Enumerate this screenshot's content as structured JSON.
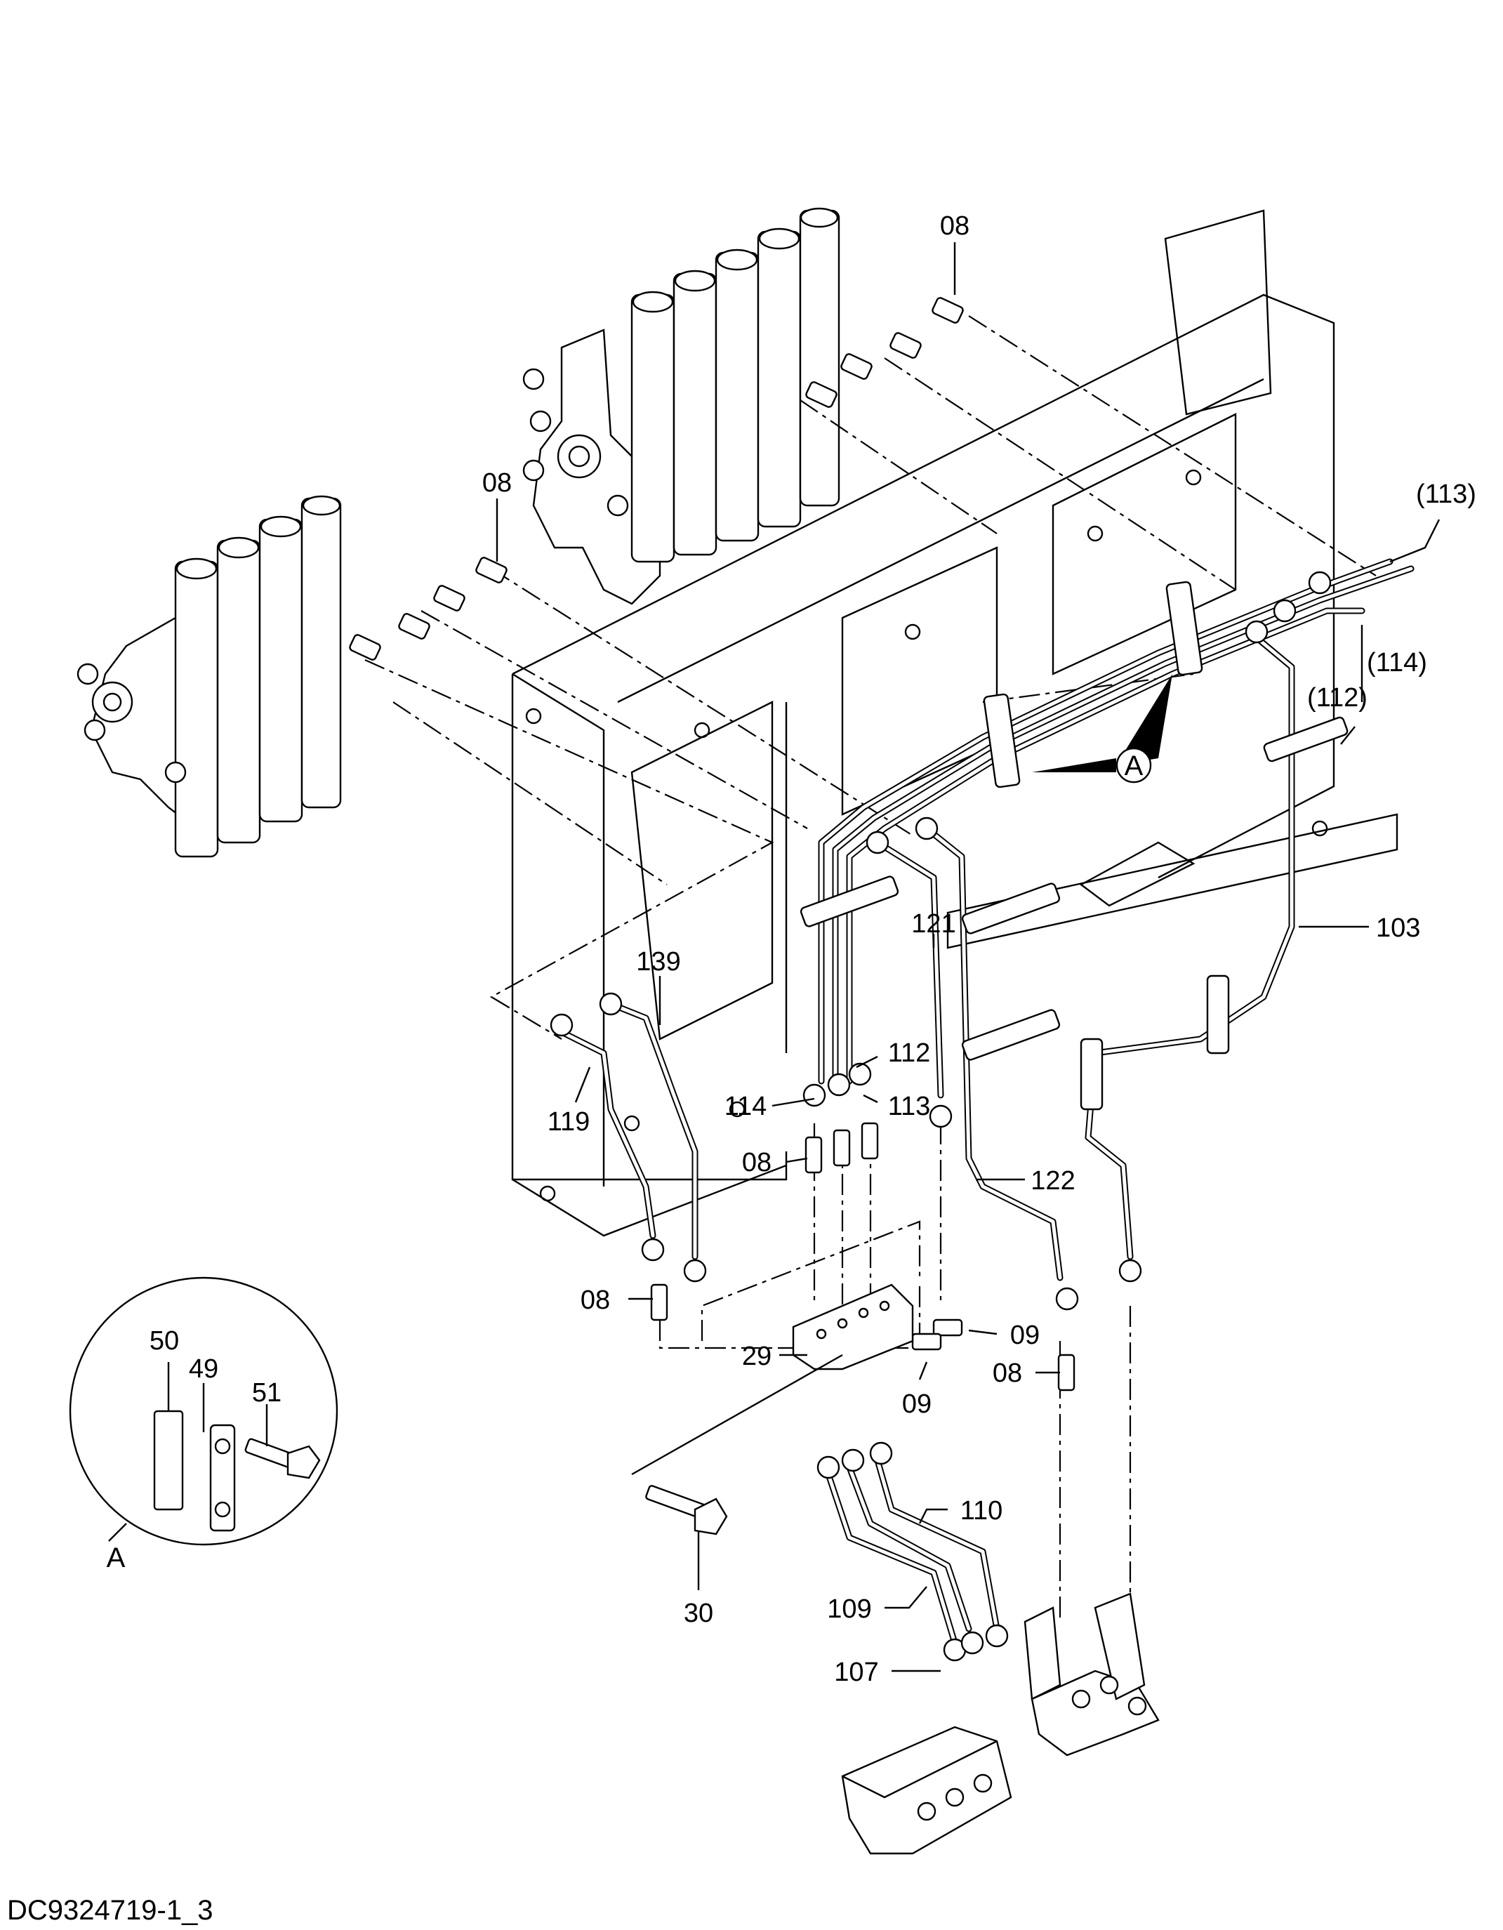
{
  "figure_id": "DC9324719-1_3",
  "detail": {
    "callout_letter": "A",
    "detail_letter": "A",
    "labels": [
      "50",
      "49",
      "51"
    ]
  },
  "labels": {
    "l08_top": "08",
    "l08_mid": "08",
    "l113_paren": "(113)",
    "l114_paren": "(114)",
    "l112_paren": "(112)",
    "l103": "103",
    "l139": "139",
    "l121": "121",
    "l119": "119",
    "l112": "112",
    "l114": "114",
    "l113": "113",
    "l08_left": "08",
    "l122": "122",
    "l08_block": "08",
    "l09_a": "09",
    "l29": "29",
    "l09_b": "09",
    "l08_right": "08",
    "l110": "110",
    "l30": "30",
    "l109": "109",
    "l107": "107"
  }
}
